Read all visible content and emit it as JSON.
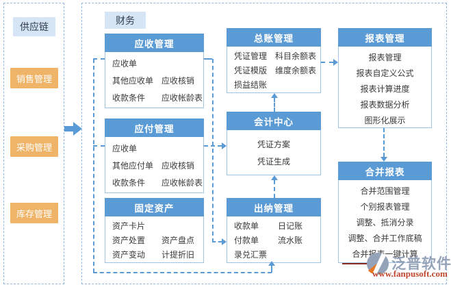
{
  "colors": {
    "header_blue": "#5B9BD5",
    "box_border": "#9DC3E6",
    "connector_blue": "#5B9BD5",
    "dashed_panel_border": "#8FB8E5",
    "sidebar_orange": "#EFB468",
    "label_bg": "#D6E5F6",
    "label_text": "#2F3B4C",
    "logo_gray": "#95A3B8",
    "logo_orange": "#E87722",
    "logo_url_color": "#C0472E"
  },
  "sidebar": {
    "title": "供应链",
    "items": [
      {
        "label": "销售管理"
      },
      {
        "label": "采购管理"
      },
      {
        "label": "库存管理"
      }
    ]
  },
  "main": {
    "title": "财务",
    "boxes": {
      "ar": {
        "title": "应收管理",
        "rows": [
          [
            "应收单",
            ""
          ],
          [
            "其他应收单",
            "应收核销"
          ],
          [
            "收款条件",
            "应收帐龄表"
          ]
        ]
      },
      "ap": {
        "title": "应付管理",
        "rows": [
          [
            "应收单",
            ""
          ],
          [
            "其他应付单",
            "应收核销"
          ],
          [
            "收款条件",
            "应收帐龄表"
          ]
        ]
      },
      "fa": {
        "title": "固定资产",
        "rows": [
          [
            "资产卡片",
            ""
          ],
          [
            "资产处置",
            "资产盘点"
          ],
          [
            "资产变动",
            "计提折旧"
          ]
        ]
      },
      "gl": {
        "title": "总账管理",
        "rows": [
          [
            "凭证管理",
            "科目余额表"
          ],
          [
            "凭证模版",
            "维度余额表"
          ],
          [
            "损益结账",
            ""
          ]
        ]
      },
      "ac": {
        "title": "会计中心",
        "rows": [
          "凭证方案",
          "凭证生成"
        ]
      },
      "cashier": {
        "title": "出纳管理",
        "rows": [
          [
            "收款单",
            "日记账"
          ],
          [
            "付款单",
            "流水账"
          ],
          [
            "录兑汇票",
            ""
          ]
        ]
      },
      "report": {
        "title": "报表管理",
        "rows": [
          "报表管理",
          "报表自定义公式",
          "报表计算进度",
          "报表数据分析",
          "图形化展示"
        ]
      },
      "consolidated": {
        "title": "合并报表",
        "rows": [
          "合并范围管理",
          "个别报表管理",
          "调整、抵消分录",
          "调整、合并工作底稿",
          "合并报表一键计算"
        ]
      }
    }
  },
  "logo": {
    "brand": "泛普软件",
    "url": "www.fanpusoft.com"
  }
}
